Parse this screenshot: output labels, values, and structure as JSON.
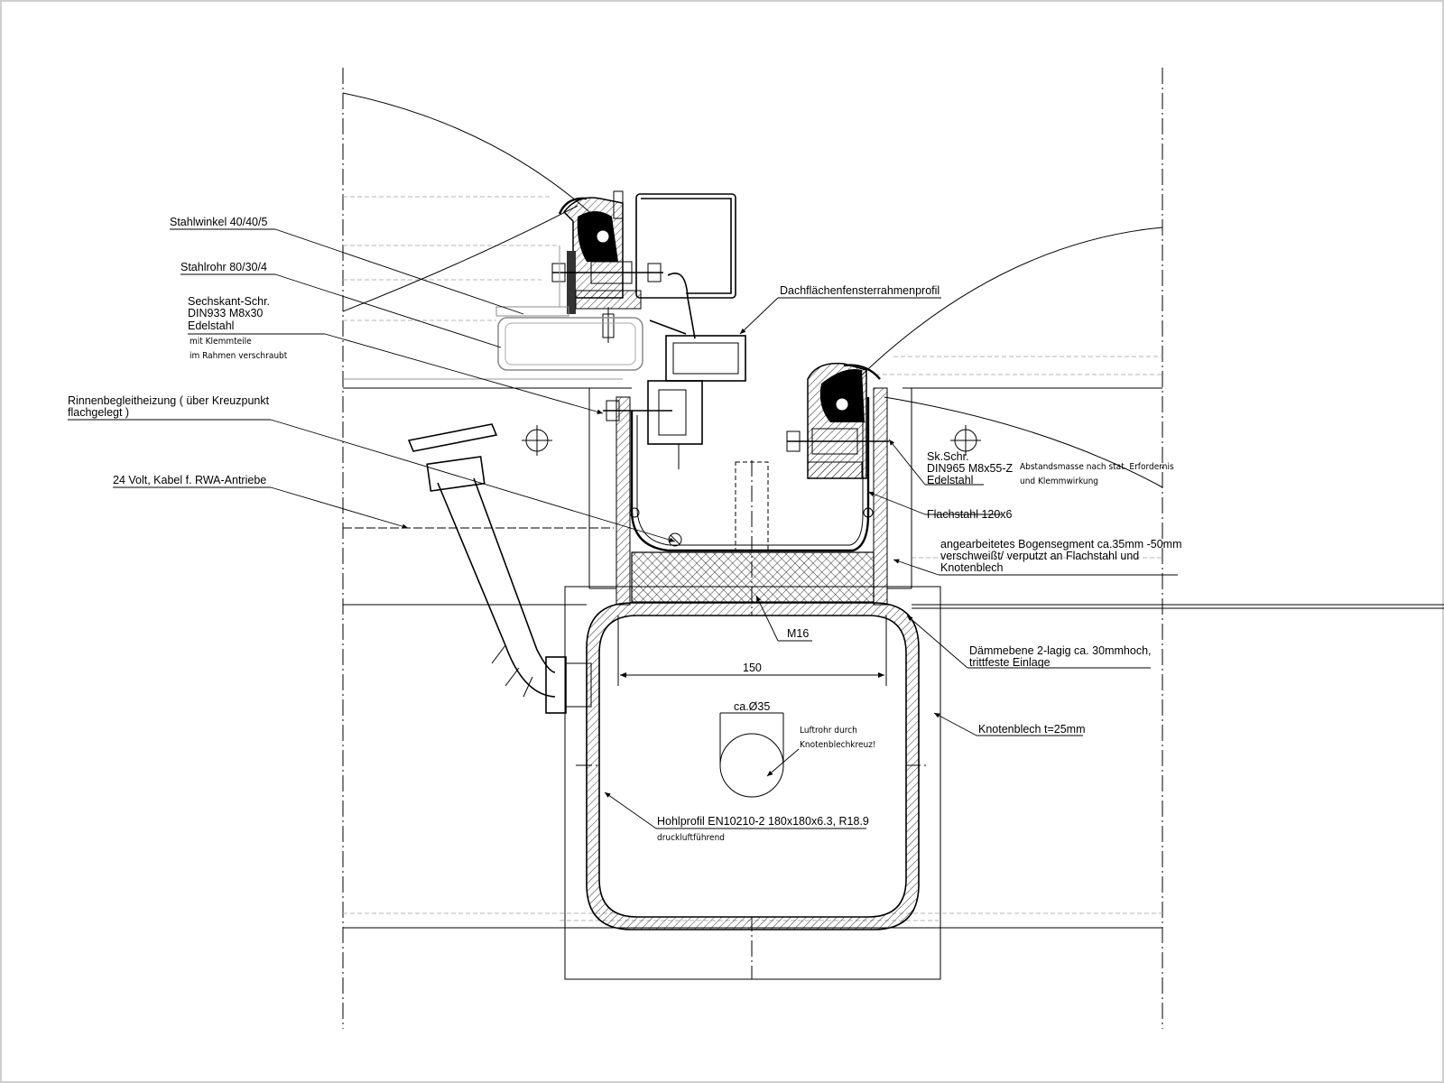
{
  "labels": {
    "stahlwinkel": "Stahlwinkel 40/40/5",
    "stahlrohr": "Stahlrohr 80/30/4",
    "sechskant_1": "Sechskant-Schr.",
    "sechskant_2": "DIN933 M8x30",
    "sechskant_3": "Edelstahl",
    "sechskant_4": "mit Klemmteile",
    "sechskant_5": "im Rahmen verschraubt",
    "rinnen_1": "Rinnenbegleitheizung ( über Kreuzpunkt",
    "rinnen_2": "flachgelegt )",
    "kabel": "24 Volt, Kabel f. RWA-Antriebe",
    "dachflaechen": "Dachflächenfensterrahmenprofil",
    "sk_1": "Sk.Schr.",
    "sk_2": "DIN965 M8x55-Z",
    "sk_3": "Edelstahl",
    "abstand_1": "Abstandsmasse nach stat. Erfordernis",
    "abstand_2": "und Klemmwirkung",
    "flachstahl": "Flachstahl 120x6",
    "bogen_1": "angearbeitetes Bogensegment ca.35mm -50mm",
    "bogen_2": "verschweißt/ verputzt an Flachstahl und",
    "bogen_3": "Knotenblech",
    "m16": "M16",
    "daemm_1": "Dämmebene 2-lagig ca. 30mmhoch,",
    "daemm_2": "trittfeste Einlage",
    "dim150": "150",
    "ca35": "ca.Ø35",
    "luft_1": "Luftrohr durch",
    "luft_2": "Knotenblechkreuz!",
    "knotenblech": "Knotenblech t=25mm",
    "hohl_1": "Hohlprofil EN10210-2 180x180x6.3, R18.9",
    "hohl_2": "druckluftführend"
  }
}
